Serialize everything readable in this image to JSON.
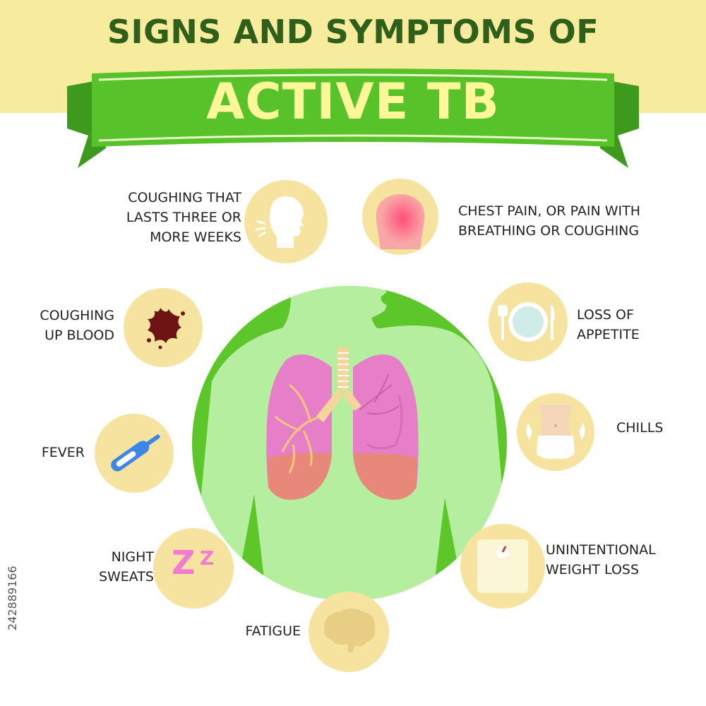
{
  "title": {
    "line1": "SIGNS AND SYMPTOMS OF",
    "line2": "ACTIVE TB"
  },
  "symptoms": {
    "coughing_weeks": [
      "COUGHING THAT",
      "LASTS THREE OR",
      "MORE WEEKS"
    ],
    "coughing_blood": [
      "COUGHING",
      "UP BLOOD"
    ],
    "fever": [
      "FEVER"
    ],
    "night_sweats": [
      "NIGHT",
      "SWEATS"
    ],
    "fatigue": [
      "FATIGUE"
    ],
    "chest_pain": [
      "CHEST PAIN, OR PAIN WITH",
      "BREATHING OR COUGHING"
    ],
    "loss_appetite": [
      "LOSS OF",
      "APPETITE"
    ],
    "chills": [
      "CHILLS"
    ],
    "weight_loss": [
      "UNINTENTIONAL",
      "WEIGHT LOSS"
    ]
  },
  "night_sweats_icon_text": "Z",
  "night_sweats_icon_text_small": "Z",
  "stock_id": "242889166",
  "colors": {
    "band": "#f7ec9e",
    "ribbon": "#57c22a",
    "ribbon_dark": "#3e9a1c",
    "title_dark": "#2f5f1a",
    "title_light": "#fff79a",
    "icon_circle": "#f7e3a0",
    "icon_glyph": "#ffffff",
    "body_circle": "#b6eea0",
    "body_green": "#5cc62a",
    "lung_pink": "#e67fc8",
    "lung_lower": "#e8887a"
  }
}
